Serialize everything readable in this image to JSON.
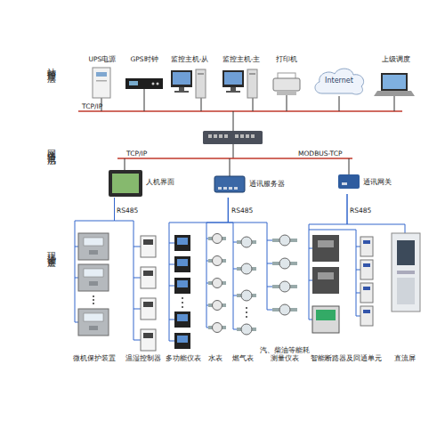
{
  "diagram": {
    "nodes": [
      {
        "text": [
          "UPS电源"
        ]
      },
      {
        "text": [
          "GPS时钟"
        ]
      },
      {
        "text": [
          "监控主机-从"
        ]
      },
      {
        "text": [
          "监控主机-主"
        ]
      },
      {
        "text": [
          "打印机"
        ]
      },
      {
        "text": [
          "Internet"
        ]
      },
      {
        "text": [
          "上级调度"
        ]
      },
      {
        "text": [
          "人机界面"
        ]
      },
      {
        "text": [
          "通讯服务器"
        ]
      },
      {
        "text": [
          "通讯网关"
        ]
      },
      {
        "text": [
          "微机保护装置"
        ]
      },
      {
        "text": [
          "温湿控制器"
        ]
      },
      {
        "text": [
          "多功能仪表"
        ]
      },
      {
        "text": [
          "水表"
        ]
      },
      {
        "text": [
          "燃气表"
        ]
      },
      {
        "text": [
          "汽、柴油等能耗 测量仪表"
        ]
      },
      {
        "text": [
          "智能断路器及回通单元"
        ]
      },
      {
        "text": [
          "直流屏"
        ]
      }
    ],
    "edges": [
      {
        "from": 7,
        "to": 10,
        "arrow": "none"
      },
      {
        "from": 7,
        "to": 11,
        "arrow": "none"
      },
      {
        "from": 8,
        "to": 12,
        "arrow": "none"
      },
      {
        "from": 8,
        "to": 13,
        "arrow": "none"
      },
      {
        "from": 8,
        "to": 14,
        "arrow": "none"
      },
      {
        "from": 8,
        "to": 15,
        "arrow": "none"
      },
      {
        "from": 9,
        "to": 16,
        "arrow": "none"
      },
      {
        "from": 9,
        "to": 17,
        "arrow": "none"
      }
    ],
    "labels": [
      "站控管理层",
      "网络通讯层",
      "现场设备层",
      "TCP/IP",
      "TCP/IP",
      "MODBUS-TCP",
      "RS485",
      "RS485",
      "RS485"
    ]
  }
}
